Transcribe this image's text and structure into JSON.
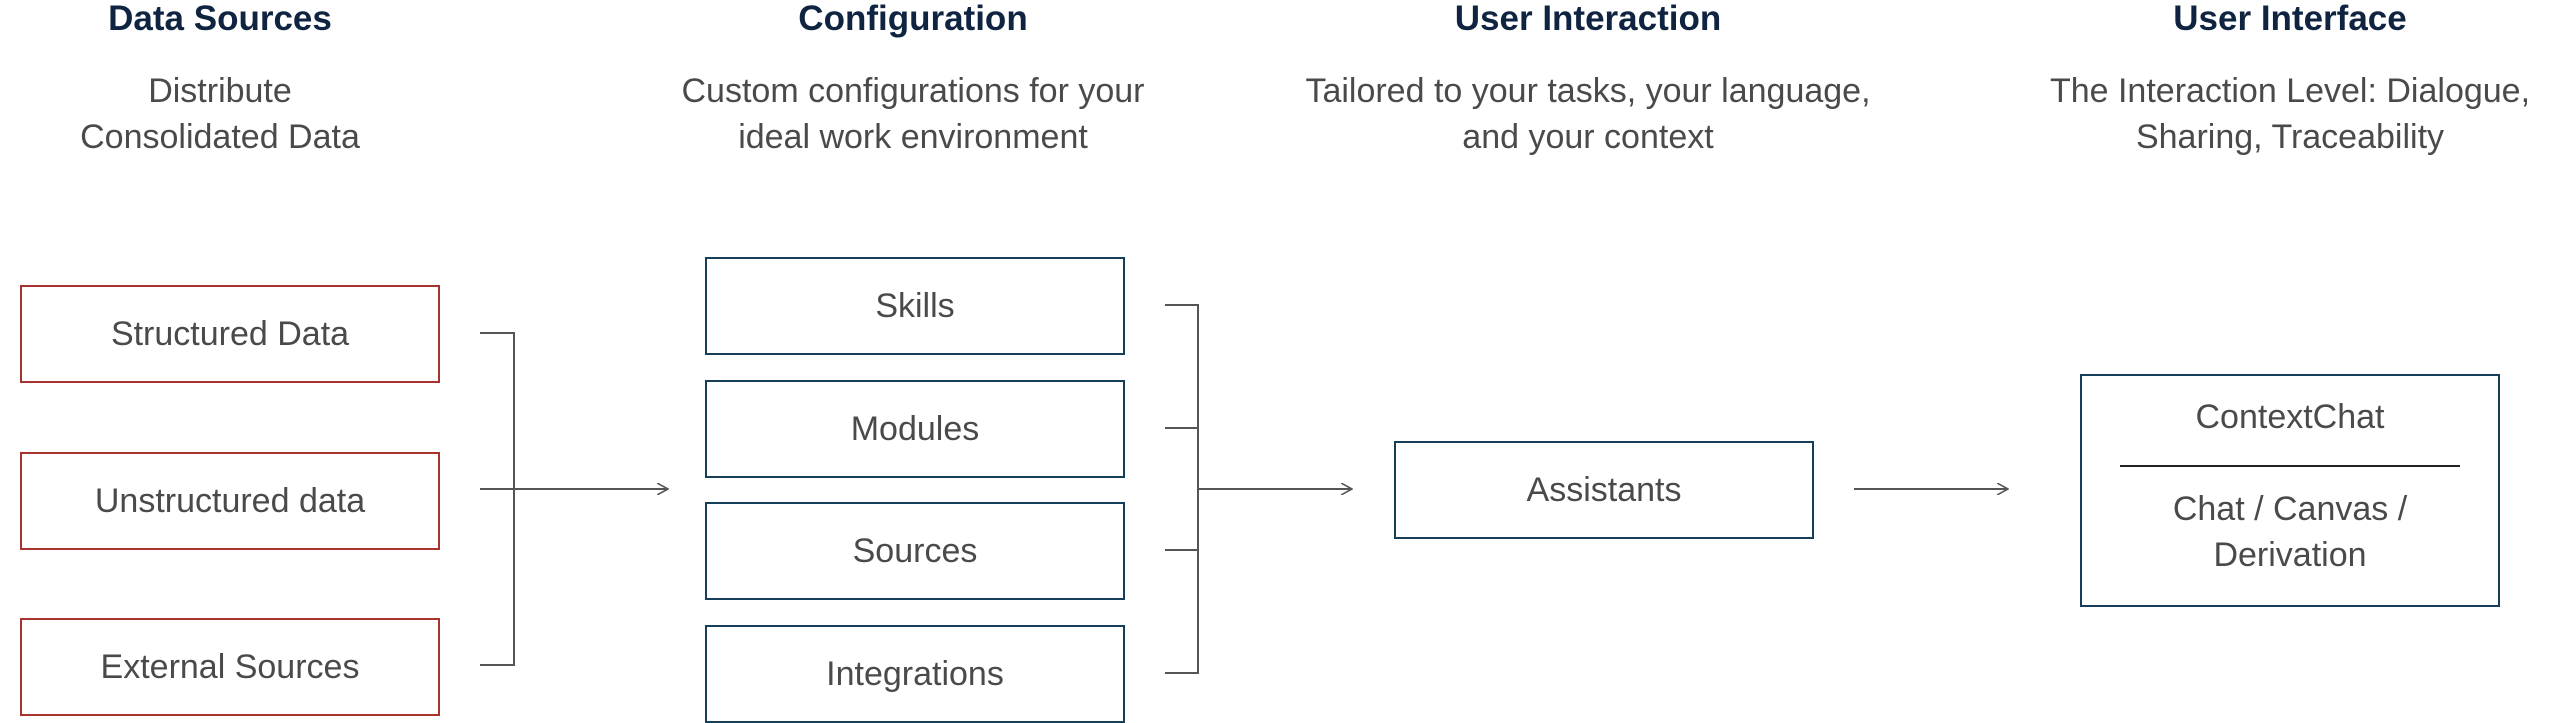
{
  "columns": {
    "data_sources": {
      "title": "Data Sources",
      "subtitle_lines": [
        "Distribute",
        "Consolidated Data"
      ]
    },
    "configuration": {
      "title": "Configuration",
      "subtitle_lines": [
        "Custom configurations for your",
        "ideal work environment"
      ]
    },
    "user_interaction": {
      "title": "User Interaction",
      "subtitle_lines": [
        "Tailored to your tasks, your language,",
        "and your context"
      ]
    },
    "user_interface": {
      "title": "User Interface",
      "subtitle_lines": [
        "The Interaction Level: Dialogue,",
        "Sharing, Traceability"
      ]
    }
  },
  "sources": [
    "Structured Data",
    "Unstructured data",
    "External Sources"
  ],
  "config_items": [
    "Skills",
    "Modules",
    "Sources",
    "Integrations"
  ],
  "assistant": "Assistants",
  "interface": {
    "title": "ContextChat",
    "detail_lines": [
      "Chat / Canvas /",
      "Derivation"
    ]
  },
  "colors": {
    "heading": "#0f2440",
    "text": "#4a4a4a",
    "source_border": "#a8322d",
    "node_border": "#16405a",
    "connector": "#555555"
  }
}
